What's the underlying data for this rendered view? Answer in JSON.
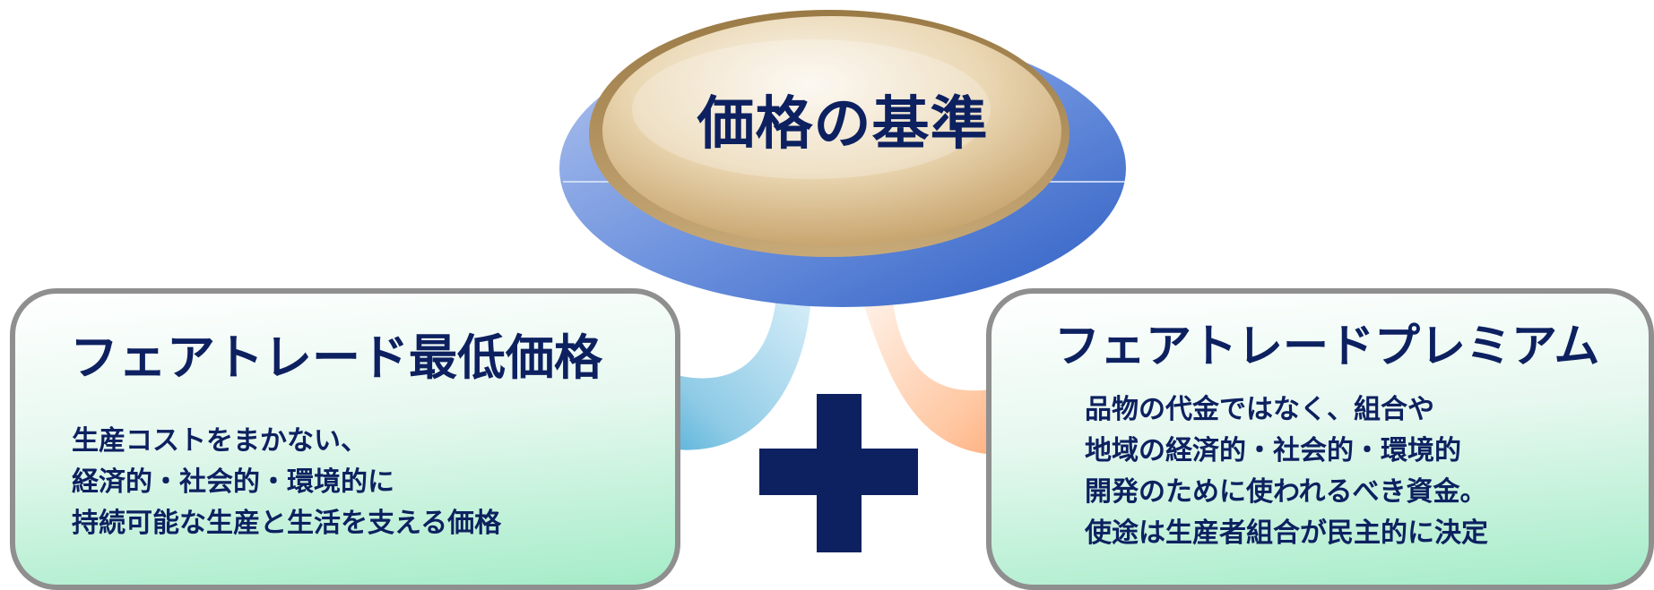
{
  "center": {
    "title": "価格の基準"
  },
  "left_box": {
    "title": "フェアトレード最低価格",
    "lines": [
      "生産コストをまかない、",
      "経済的・社会的・環境的に",
      "持続可能な生産と生活を支える価格"
    ]
  },
  "right_box": {
    "title": "フェアトレードプレミアム",
    "lines": [
      "品物の代金ではなく、組合や",
      "地域の経済的・社会的・環境的",
      "開発のために使われるべき資金。",
      "使途は生産者組合が民主的に決定"
    ]
  },
  "plus_icon": "plus-icon",
  "colors": {
    "navy": "#0d2160",
    "box_border": "#8f8f8f",
    "ellipse_blue": "#3e6fcf",
    "ellipse_tan": "#d8be8c",
    "arrow_left": "#2a9fd0",
    "arrow_right": "#ff9a5c"
  }
}
